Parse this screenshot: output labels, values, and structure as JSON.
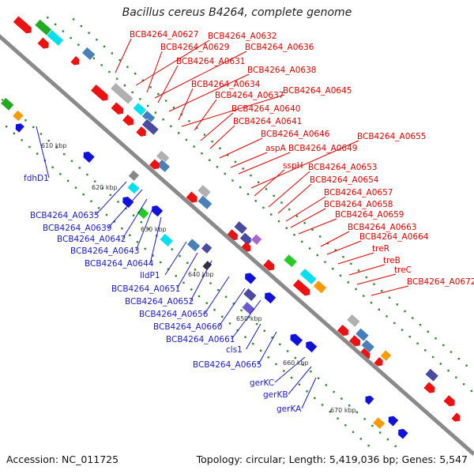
{
  "title": "Bacillus cereus B4264, complete genome",
  "footer": {
    "accession": "Accession: NC_011725",
    "info": "Topology: circular; Length: 5,419,036 bp; Genes: 5,547"
  },
  "colors": {
    "plus_strand_label": "#e00000",
    "minus_strand_label": "#1a1acc",
    "backbone": "#8a8a8a",
    "tick_mark": "#2a8a2a"
  },
  "scale_ticks": [
    "610 kbp",
    "620 kbp",
    "630 kbp",
    "640 kbp",
    "650 kbp",
    "660 kbp",
    "670 kbp"
  ],
  "top_labels": [
    "BCB4264_A0627",
    "BCB4264_A0632",
    "BCB4264_A0629",
    "BCB4264_A0636",
    "BCB4264_A0631",
    "BCB4264_A0638",
    "BCB4264_A0634",
    "BCB4264_A0645",
    "BCB4264_A0637",
    "BCB4264_A0640",
    "BCB4264_A0641",
    "BCB4264_A0646",
    "aspA",
    "BCB4264_A0649",
    "BCB4264_A0655",
    "sspH",
    "BCB4264_A0653",
    "BCB4264_A0654",
    "BCB4264_A0657",
    "BCB4264_A0658",
    "BCB4264_A0659",
    "BCB4264_A0663",
    "BCB4264_A0664",
    "treR",
    "treB",
    "treC",
    "BCB4264_A0672"
  ],
  "bottom_labels": [
    "fdhD1",
    "BCB4264_A0635",
    "BCB4264_A0639",
    "BCB4264_A0642",
    "BCB4264_A0643",
    "BCB4264_A0644",
    "lldP1",
    "BCB4264_A0651",
    "BCB4264_A0652",
    "BCB4264_A0656",
    "BCB4264_A0660",
    "BCB4264_A0661",
    "cls1",
    "BCB4264_A0665",
    "gerKC",
    "gerKB",
    "gerKA"
  ]
}
